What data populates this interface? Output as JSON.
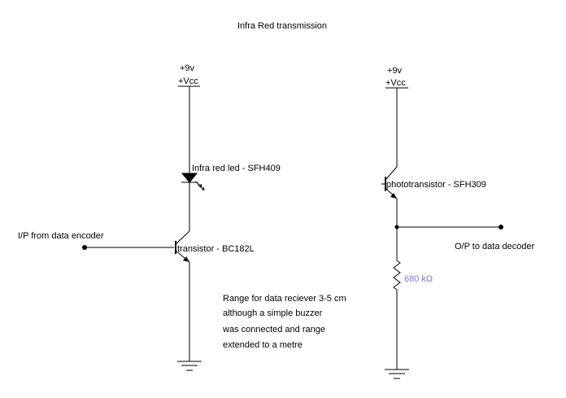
{
  "title": "Infra Red transmission",
  "transmitter": {
    "supply_voltage": "+9v",
    "supply_rail": "+Vcc",
    "led_label": "Infra red led - SFH409",
    "input_label": "I/P from data encoder",
    "transistor_label": "transistor - BC182L"
  },
  "receiver": {
    "supply_voltage": "+9v",
    "supply_rail": "+Vcc",
    "phototransistor_label": "phototransistor - SFH309",
    "output_label": "O/P to data decoder",
    "resistor_label": "680 kΩ"
  },
  "note": {
    "lines": [
      "Range for data reciever 3-5 cm",
      "although a simple buzzer",
      "was connected and range",
      "extended to a metre"
    ]
  },
  "colors": {
    "wire": "#000000",
    "resistor_label": "#7b7bc8"
  }
}
